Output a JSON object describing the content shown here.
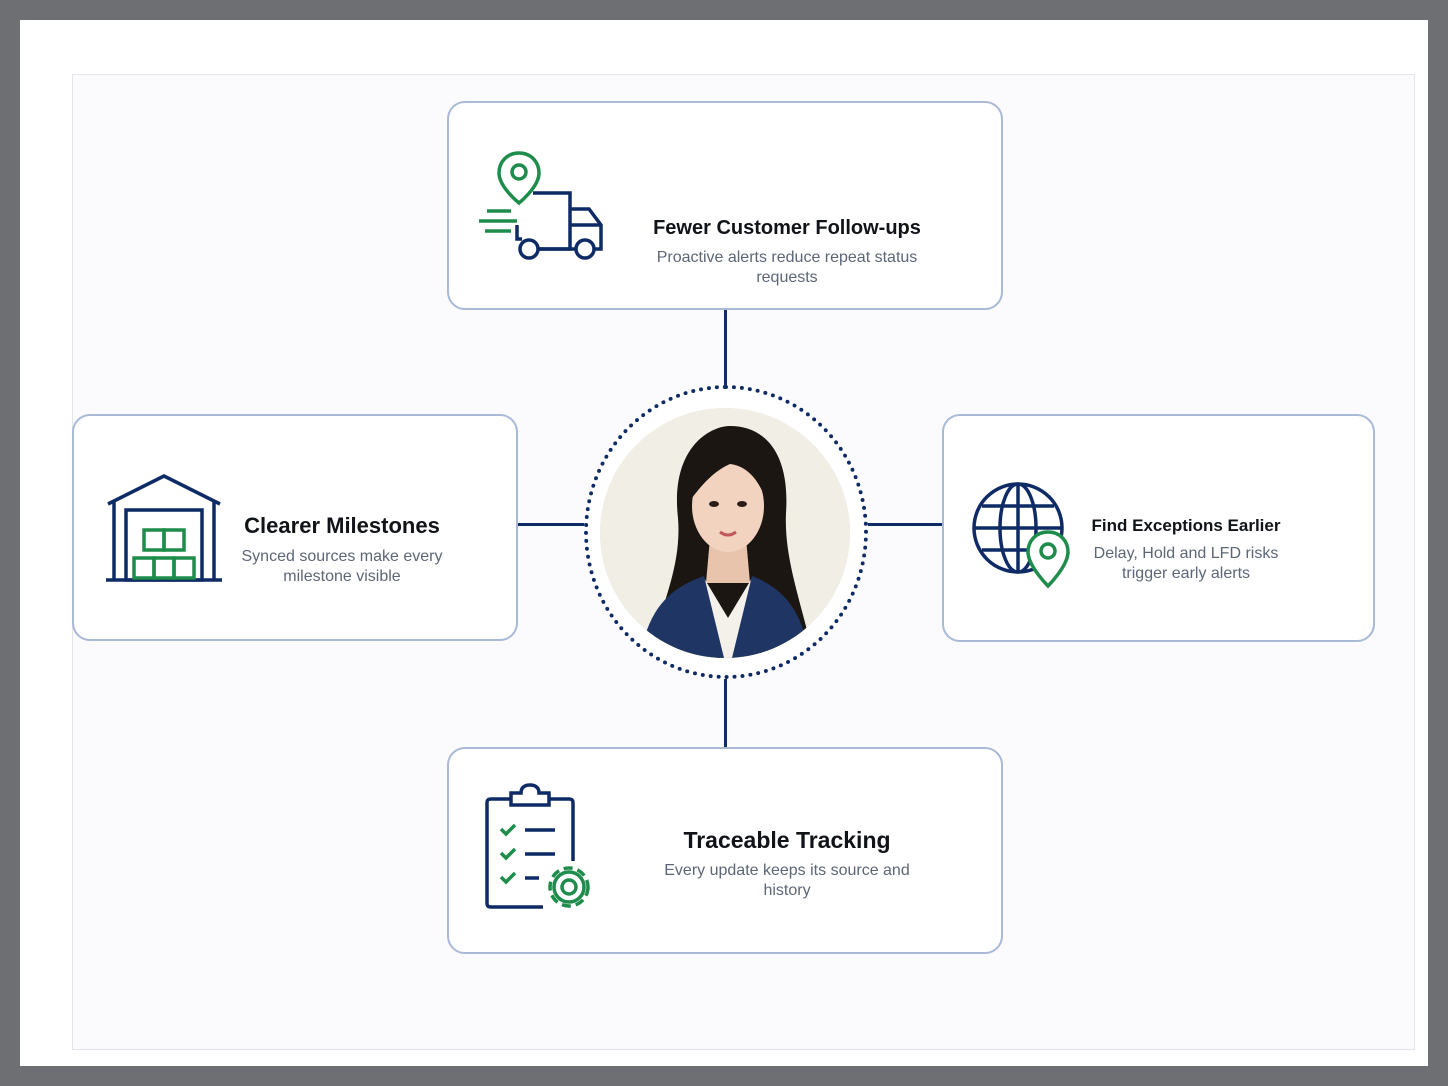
{
  "cards": {
    "top": {
      "title": "Fewer Customer Follow-ups",
      "desc": "Proactive alerts reduce repeat status requests",
      "icon": "delivery-truck-location-icon"
    },
    "left": {
      "title": "Clearer Milestones",
      "desc": "Synced sources make every milestone visible",
      "icon": "warehouse-boxes-icon"
    },
    "right": {
      "title": "Find Exceptions Earlier",
      "desc": "Delay, Hold and LFD risks trigger early alerts",
      "icon": "globe-location-icon"
    },
    "bottom": {
      "title": "Traceable Tracking",
      "desc": "Every update keeps its source and history",
      "icon": "checklist-gear-icon"
    }
  },
  "hub": {
    "icon": "person-portrait"
  },
  "colors": {
    "navy": "#0f2b66",
    "green": "#1e8c4a",
    "card_border": "#a9b9d6",
    "title": "#101318",
    "desc": "#5d6676"
  }
}
